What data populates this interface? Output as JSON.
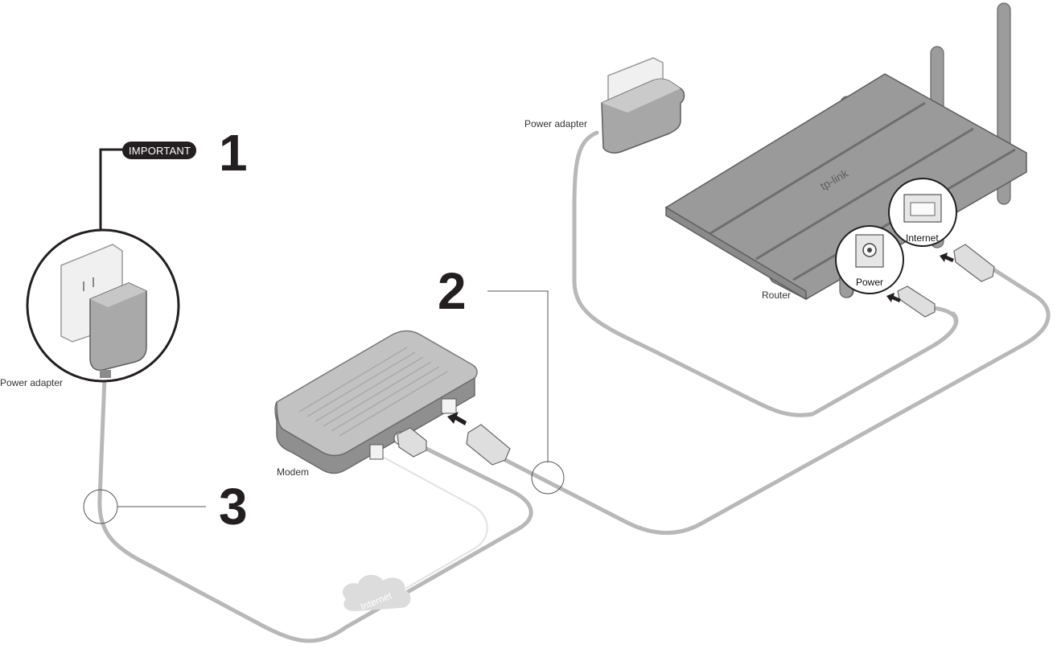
{
  "labels": {
    "important": "IMPORTANT",
    "power_adapter_left": "Power adapter",
    "power_adapter_top": "Power adapter",
    "router": "Router",
    "modem": "Modem",
    "internet_cloud": "Internet",
    "port_power": "Power",
    "port_internet": "Internet"
  },
  "steps": {
    "one": "1",
    "two": "2",
    "three": "3"
  },
  "colors": {
    "cable": "#b8b8b8",
    "device": "#9a9a9a",
    "device_dark": "#6e6e6e",
    "device_light": "#c8c8c8",
    "badge": "#231f20",
    "cloud": "#dcdcdc"
  }
}
